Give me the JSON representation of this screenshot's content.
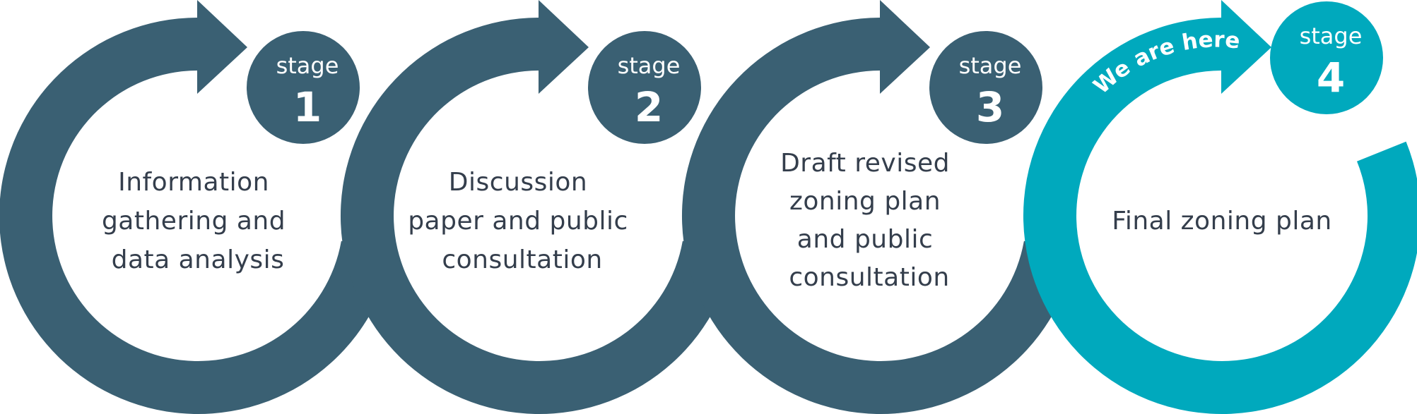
{
  "colors": {
    "completed": "#3a6073",
    "current": "#00a9bd",
    "text": "#343e4c",
    "badge_text": "#ffffff"
  },
  "stages": [
    {
      "label": "stage",
      "number": "1",
      "status": "completed",
      "description": [
        "Information",
        "gathering and",
        "data analysis"
      ]
    },
    {
      "label": "stage",
      "number": "2",
      "status": "completed",
      "description": [
        "Discussion",
        "paper and public",
        "consultation"
      ]
    },
    {
      "label": "stage",
      "number": "3",
      "status": "completed",
      "description": [
        "Draft revised",
        "zoning plan",
        "and public",
        "consultation"
      ]
    },
    {
      "label": "stage",
      "number": "4",
      "status": "current",
      "description": [
        "Final zoning plan"
      ]
    }
  ],
  "current_marker": "We are here"
}
